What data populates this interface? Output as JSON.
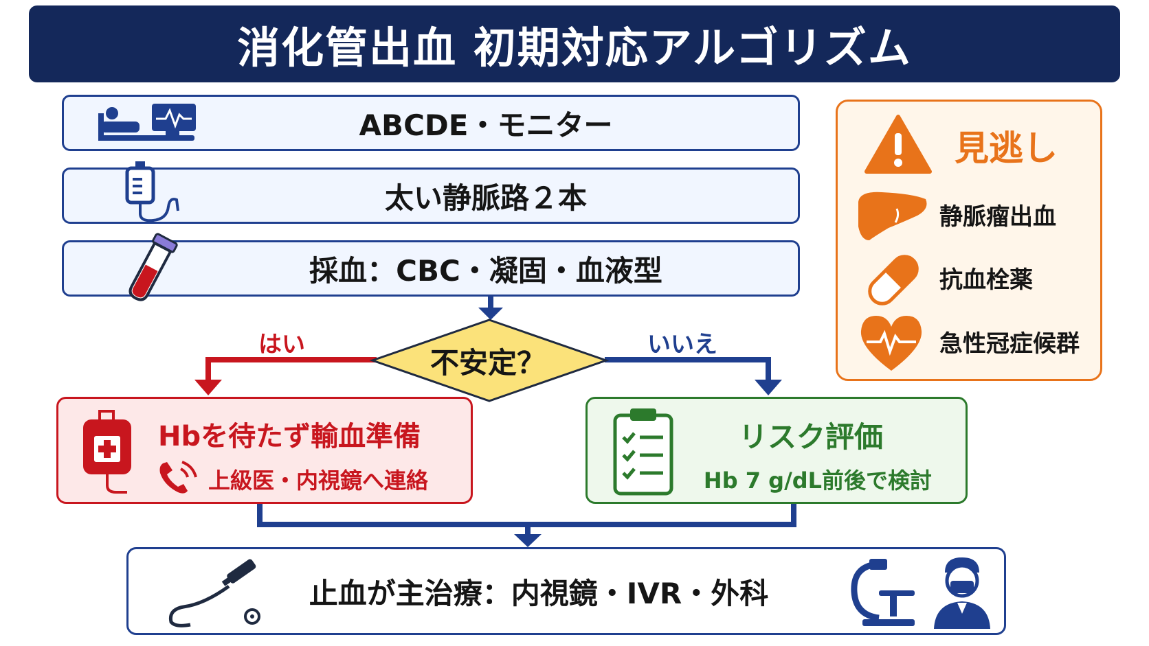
{
  "title": "消化管出血 初期対応アルゴリズム",
  "steps": [
    {
      "label": "ABCDE・モニター",
      "icon": "patient-monitor-icon"
    },
    {
      "label": "太い静脈路２本",
      "icon": "iv-drip-icon"
    },
    {
      "label": "採血：CBC・凝固・血液型",
      "icon": "blood-tube-icon"
    }
  ],
  "decision": {
    "label": "不安定？",
    "yes_label": "はい",
    "no_label": "いいえ"
  },
  "yes_branch": {
    "main": "Hbを待たず輸血準備",
    "sub": "上級医・内視鏡へ連絡",
    "icons": [
      "blood-bag-icon",
      "phone-icon"
    ]
  },
  "no_branch": {
    "main": "リスク評価",
    "sub": "Hb 7 g/dL前後で検討",
    "icons": [
      "checklist-icon"
    ]
  },
  "final": {
    "label": "止血が主治療：内視鏡・IVR・外科",
    "icons": [
      "endoscope-icon",
      "c-arm-icon",
      "surgeon-icon"
    ]
  },
  "warning": {
    "title": "見逃し",
    "items": [
      {
        "label": "静脈瘤出血",
        "icon": "liver-icon"
      },
      {
        "label": "抗血栓薬",
        "icon": "capsule-icon"
      },
      {
        "label": "急性冠症候群",
        "icon": "heart-ecg-icon"
      }
    ]
  },
  "colors": {
    "navy": "#14285a",
    "blue": "#1f3f8f",
    "red": "#c8161e",
    "green": "#2c7a2c",
    "orange": "#e8731a",
    "diamond": "#fbe27a"
  }
}
